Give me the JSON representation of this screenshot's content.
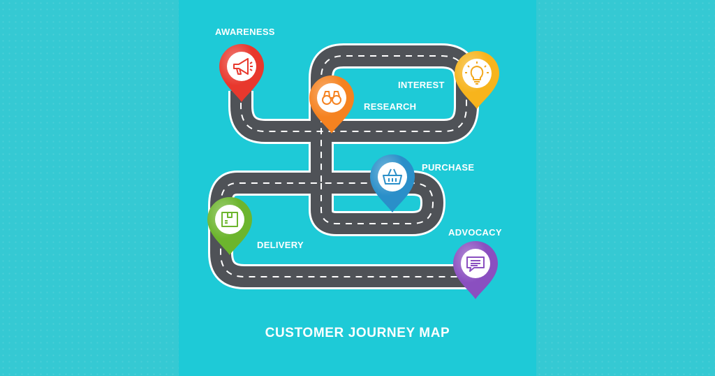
{
  "title": "CUSTOMER JOURNEY MAP",
  "stages": [
    {
      "id": "awareness",
      "label": "AWARENESS",
      "color": "#e8382d",
      "icon": "megaphone-icon"
    },
    {
      "id": "interest",
      "label": "INTEREST",
      "color": "#f7b41c",
      "icon": "lightbulb-icon"
    },
    {
      "id": "research",
      "label": "RESEARCH",
      "color": "#f58220",
      "icon": "binoculars-icon"
    },
    {
      "id": "purchase",
      "label": "PURCHASE",
      "color": "#2a8fc9",
      "icon": "basket-icon"
    },
    {
      "id": "delivery",
      "label": "DELIVERY",
      "color": "#6cb52d",
      "icon": "box-icon"
    },
    {
      "id": "advocacy",
      "label": "ADVOCACY",
      "color": "#8a4fc0",
      "icon": "chat-icon"
    }
  ],
  "colors": {
    "background": "#35c9d3",
    "panel": "#1ecad7",
    "road": "#4f5257",
    "road_edge": "#ffffff"
  }
}
